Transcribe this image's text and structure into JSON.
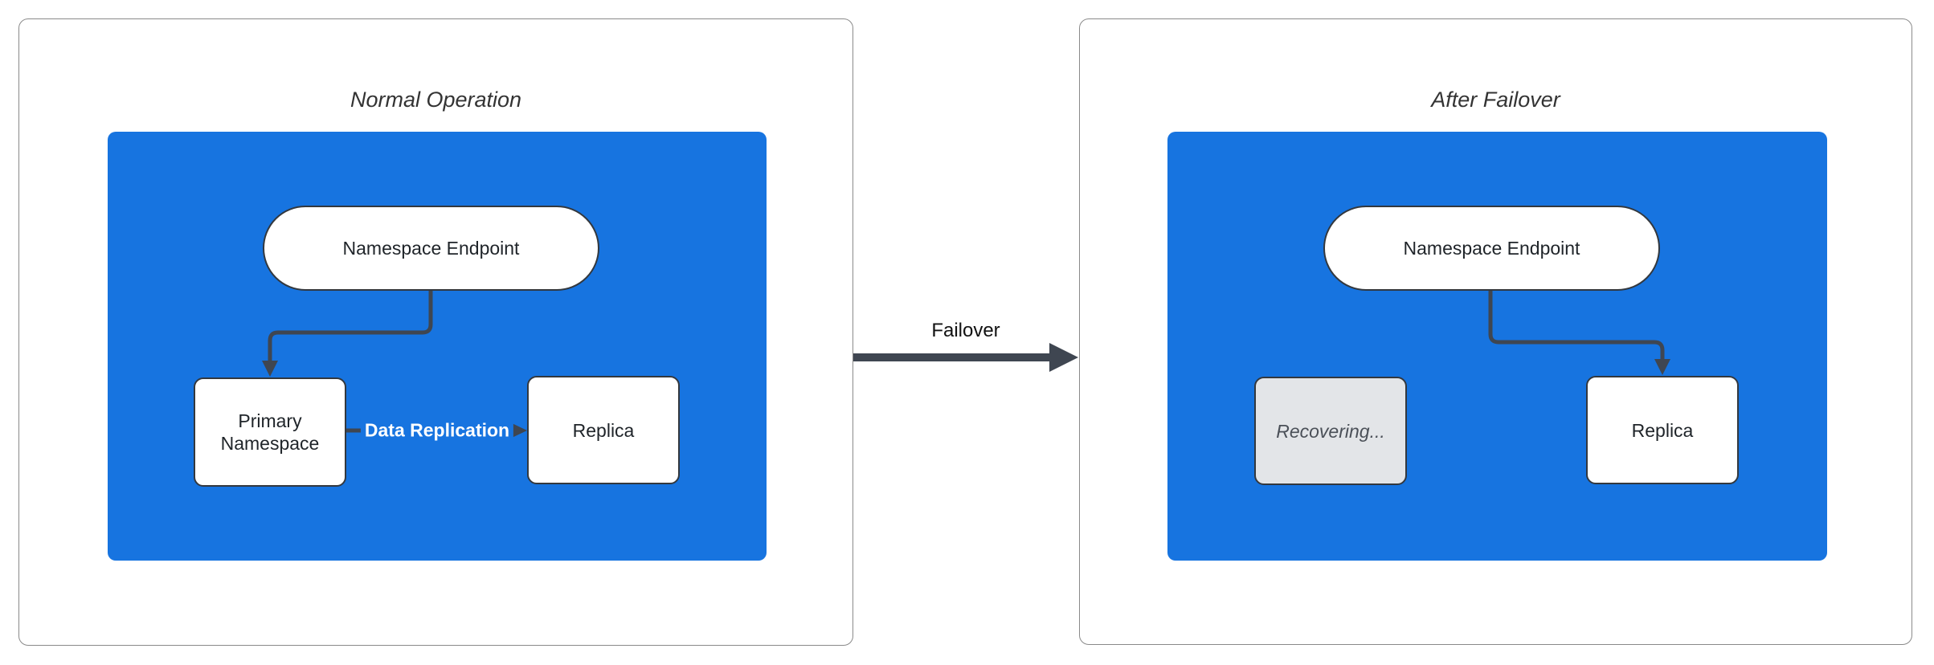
{
  "colors": {
    "cluster_blue": "#1774E0",
    "connector_dark": "#3F4651",
    "node_border": "#33383E",
    "recovering_fill": "#E3E5E8",
    "panel_border": "#8A8A8A",
    "title_text": "#333333",
    "node_text": "#1F2429",
    "recovering_text": "#4B5058",
    "edge_label_text": "#FFFFFF"
  },
  "left_panel": {
    "title": "Normal Operation",
    "endpoint": "Namespace Endpoint",
    "primary": "Primary Namespace",
    "replica": "Replica",
    "replication_edge_label": "Data Replication"
  },
  "transition": {
    "label": "Failover"
  },
  "right_panel": {
    "title": "After Failover",
    "endpoint": "Namespace Endpoint",
    "recovering": "Recovering...",
    "replica": "Replica"
  }
}
